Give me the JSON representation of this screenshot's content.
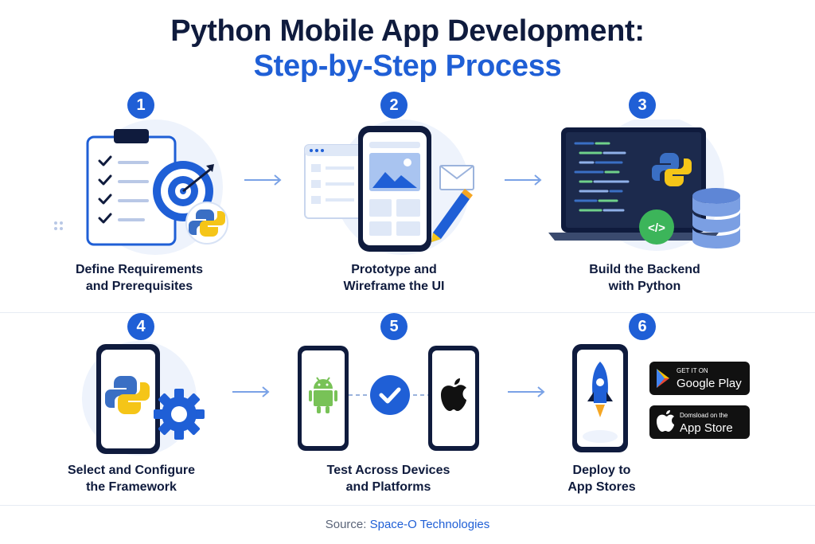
{
  "title": {
    "line1": "Python Mobile App Development:",
    "line2": "Step-by-Step Process"
  },
  "steps": [
    {
      "number": "1",
      "label_line1": "Define Requirements",
      "label_line2": "and Prerequisites",
      "icons": [
        "clipboard-checklist-icon",
        "target-icon",
        "python-icon"
      ]
    },
    {
      "number": "2",
      "label_line1": "Prototype and",
      "label_line2": "Wireframe the UI",
      "icons": [
        "browser-window-icon",
        "phone-wireframe-icon",
        "envelope-icon",
        "pencil-icon"
      ]
    },
    {
      "number": "3",
      "label_line1": "Build the Backend",
      "label_line2": "with Python",
      "icons": [
        "laptop-code-icon",
        "python-icon",
        "code-badge-icon",
        "database-icon"
      ]
    },
    {
      "number": "4",
      "label_line1": "Select and Configure",
      "label_line2": "the Framework",
      "icons": [
        "phone-icon",
        "python-icon",
        "gear-icon"
      ]
    },
    {
      "number": "5",
      "label_line1": "Test Across Devices",
      "label_line2": "and Platforms",
      "icons": [
        "android-icon",
        "check-circle-icon",
        "apple-icon"
      ]
    },
    {
      "number": "6",
      "label_line1": "Deploy to",
      "label_line2": "App Stores",
      "icons": [
        "rocket-icon",
        "google-play-icon",
        "app-store-icon"
      ]
    }
  ],
  "store_badges": {
    "google_play": {
      "small": "GET IT ON",
      "big": "Google Play"
    },
    "app_store": {
      "small": "Domsload on the",
      "big": "App Store"
    }
  },
  "code_badge": "</>",
  "source": {
    "key": "Source:",
    "value": "Space-O Technologies"
  },
  "colors": {
    "brand_blue": "#1f5fd6",
    "navy": "#0f1b3d",
    "python_yellow": "#f5c518",
    "python_blue": "#3a6fc4",
    "android_green": "#78c257",
    "code_green": "#3cb55a"
  }
}
